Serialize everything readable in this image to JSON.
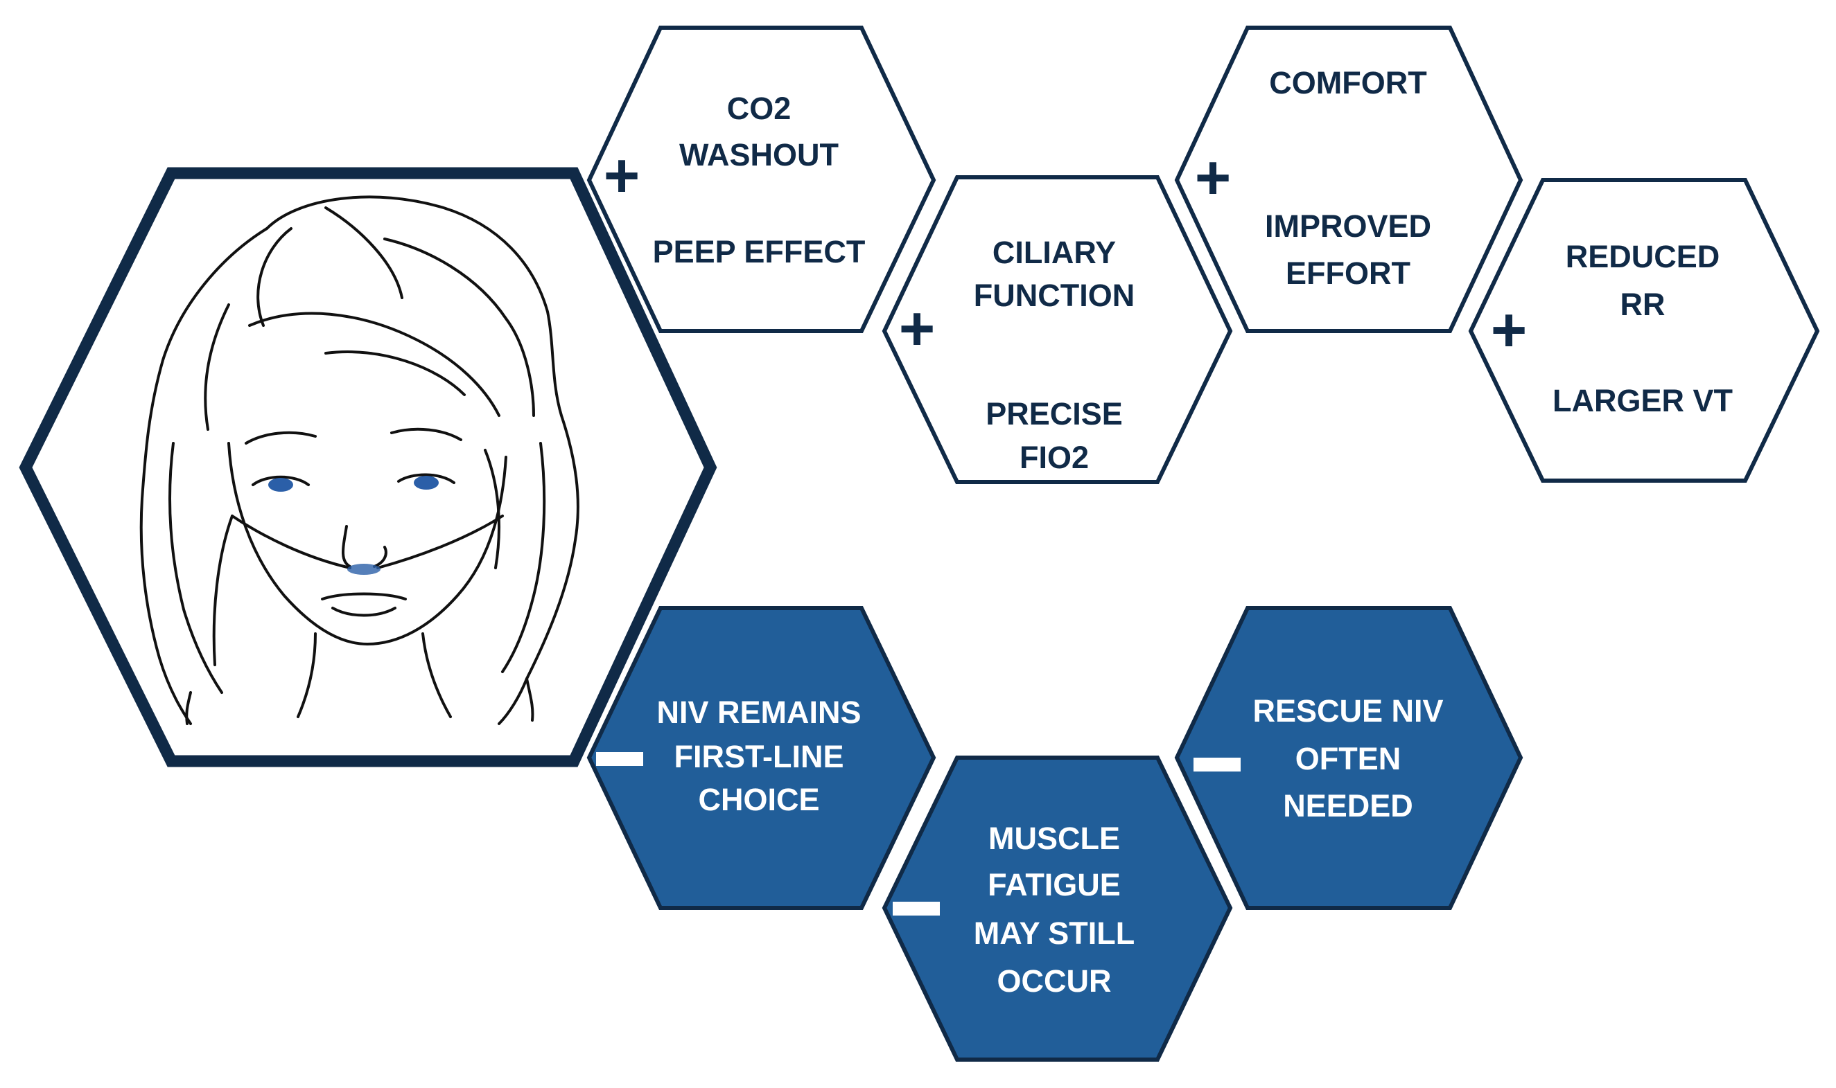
{
  "colors": {
    "navy": "#102a47",
    "neg_fill": "#215e99",
    "white": "#ffffff",
    "eye": "#2b5fa8"
  },
  "portrait": {
    "icon": "woman-with-nasal-cannula-icon"
  },
  "advantages": [
    {
      "sign": "+",
      "label_1": "CO2",
      "label_2": "WASHOUT",
      "label_3": "PEEP EFFECT"
    },
    {
      "sign": "+",
      "label_1": "CILIARY",
      "label_2": "FUNCTION",
      "label_3": "PRECISE",
      "label_4": "FIO2"
    },
    {
      "sign": "+",
      "label_1": "COMFORT",
      "label_2": "IMPROVED",
      "label_3": "EFFORT"
    },
    {
      "sign": "+",
      "label_1": "REDUCED",
      "label_2": "RR",
      "label_3": "LARGER VT"
    }
  ],
  "disadvantages": [
    {
      "sign": "−",
      "label_1": "NIV REMAINS",
      "label_2": "FIRST-LINE",
      "label_3": "CHOICE"
    },
    {
      "sign": "−",
      "label_1": "MUSCLE",
      "label_2": "FATIGUE",
      "label_3": "MAY STILL",
      "label_4": "OCCUR"
    },
    {
      "sign": "−",
      "label_1": "RESCUE NIV",
      "label_2": "OFTEN",
      "label_3": "NEEDED"
    }
  ]
}
